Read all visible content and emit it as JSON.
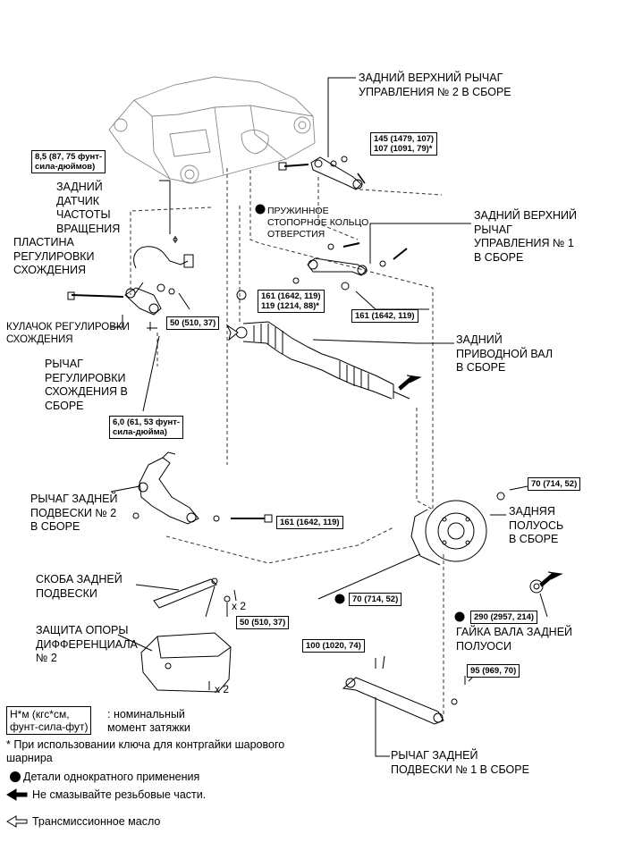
{
  "labels": {
    "rear_upper_arm_2": "ЗАДНИЙ ВЕРХНИЙ РЫЧАГ\nУПРАВЛЕНИЯ № 2 В СБОРЕ",
    "rear_upper_arm_1": "ЗАДНИЙ ВЕРХНИЙ\nРЫЧАГ\nУПРАВЛЕНИЯ № 1\nВ СБОРЕ",
    "speed_sensor": "ЗАДНИЙ\nДАТЧИК\nЧАСТОТЫ\nВРАЩЕНИЯ",
    "toe_plate": "ПЛАСТИНА\nРЕГУЛИРОВКИ\nСХОЖДЕНИЯ",
    "toe_cam": "КУЛАЧОК РЕГУЛИРОВКИ\nСХОЖДЕНИЯ",
    "toe_arm": "РЫЧАГ\nРЕГУЛИРОВКИ\nСХОЖДЕНИЯ В\nСБОРЕ",
    "snap_ring": "ПРУЖИННОЕ\nСТОПОРНОЕ КОЛЬЦО\nОТВЕРСТИЯ",
    "drive_shaft": "ЗАДНИЙ\nПРИВОДНОЙ ВАЛ\nВ СБОРЕ",
    "rear_arm_2": "РЫЧАГ ЗАДНЕЙ\nПОДВЕСКИ № 2\nВ СБОРЕ",
    "axle_hub": "ЗАДНЯЯ\nПОЛУОСЬ\nВ СБОРЕ",
    "bracket": "СКОБА ЗАДНЕЙ\nПОДВЕСКИ",
    "diff_guard": "ЗАЩИТА ОПОРЫ\nДИФФЕРЕНЦИАЛА\n№ 2",
    "axle_nut": "ГАЙКА ВАЛА ЗАДНЕЙ\nПОЛУОСИ",
    "rear_arm_1": "РЫЧАГ ЗАДНЕЙ\nПОДВЕСКИ № 1 В СБОРЕ",
    "x2_top": "x 2",
    "x2_bottom": "x 2"
  },
  "torques": {
    "t_speed_sensor": "8,5 (87, 75 фунт-\nсила-дюймов)",
    "t_arm2_top": "145 (1479, 107)\n107 (1091, 79)*",
    "t_arm1_a": "161 (1642, 119)\n119 (1214, 88)*",
    "t_arm1_b": "161 (1642, 119)",
    "t_toe_nut": "50 (510, 37)",
    "t_toe_bolt": "6,0 (61, 53 фунт-\nсила-дюйма)",
    "t_arm2_bolt": "161 (1642, 119)",
    "t_hub_top": "70 (714, 52)",
    "t_hub_bottom": "70 (714, 52)",
    "t_bracket": "50 (510, 37)",
    "t_axle_nut": "290 (2957, 214)",
    "t_arm1_left": "100 (1020, 74)",
    "t_arm1_right": "95 (969, 70)"
  },
  "legend": {
    "torque_box": "Н*м (кгс*см,\nфунт-сила-фут)",
    "torque_desc": ": номинальный\nмомент затяжки",
    "note": "* При использовании ключа для контргайки шарового\nшарнира",
    "non_reusable": "Детали однократного применения",
    "no_grease": "Не смазывайте резьбовые части.",
    "oil": "Трансмиссионное масло"
  }
}
